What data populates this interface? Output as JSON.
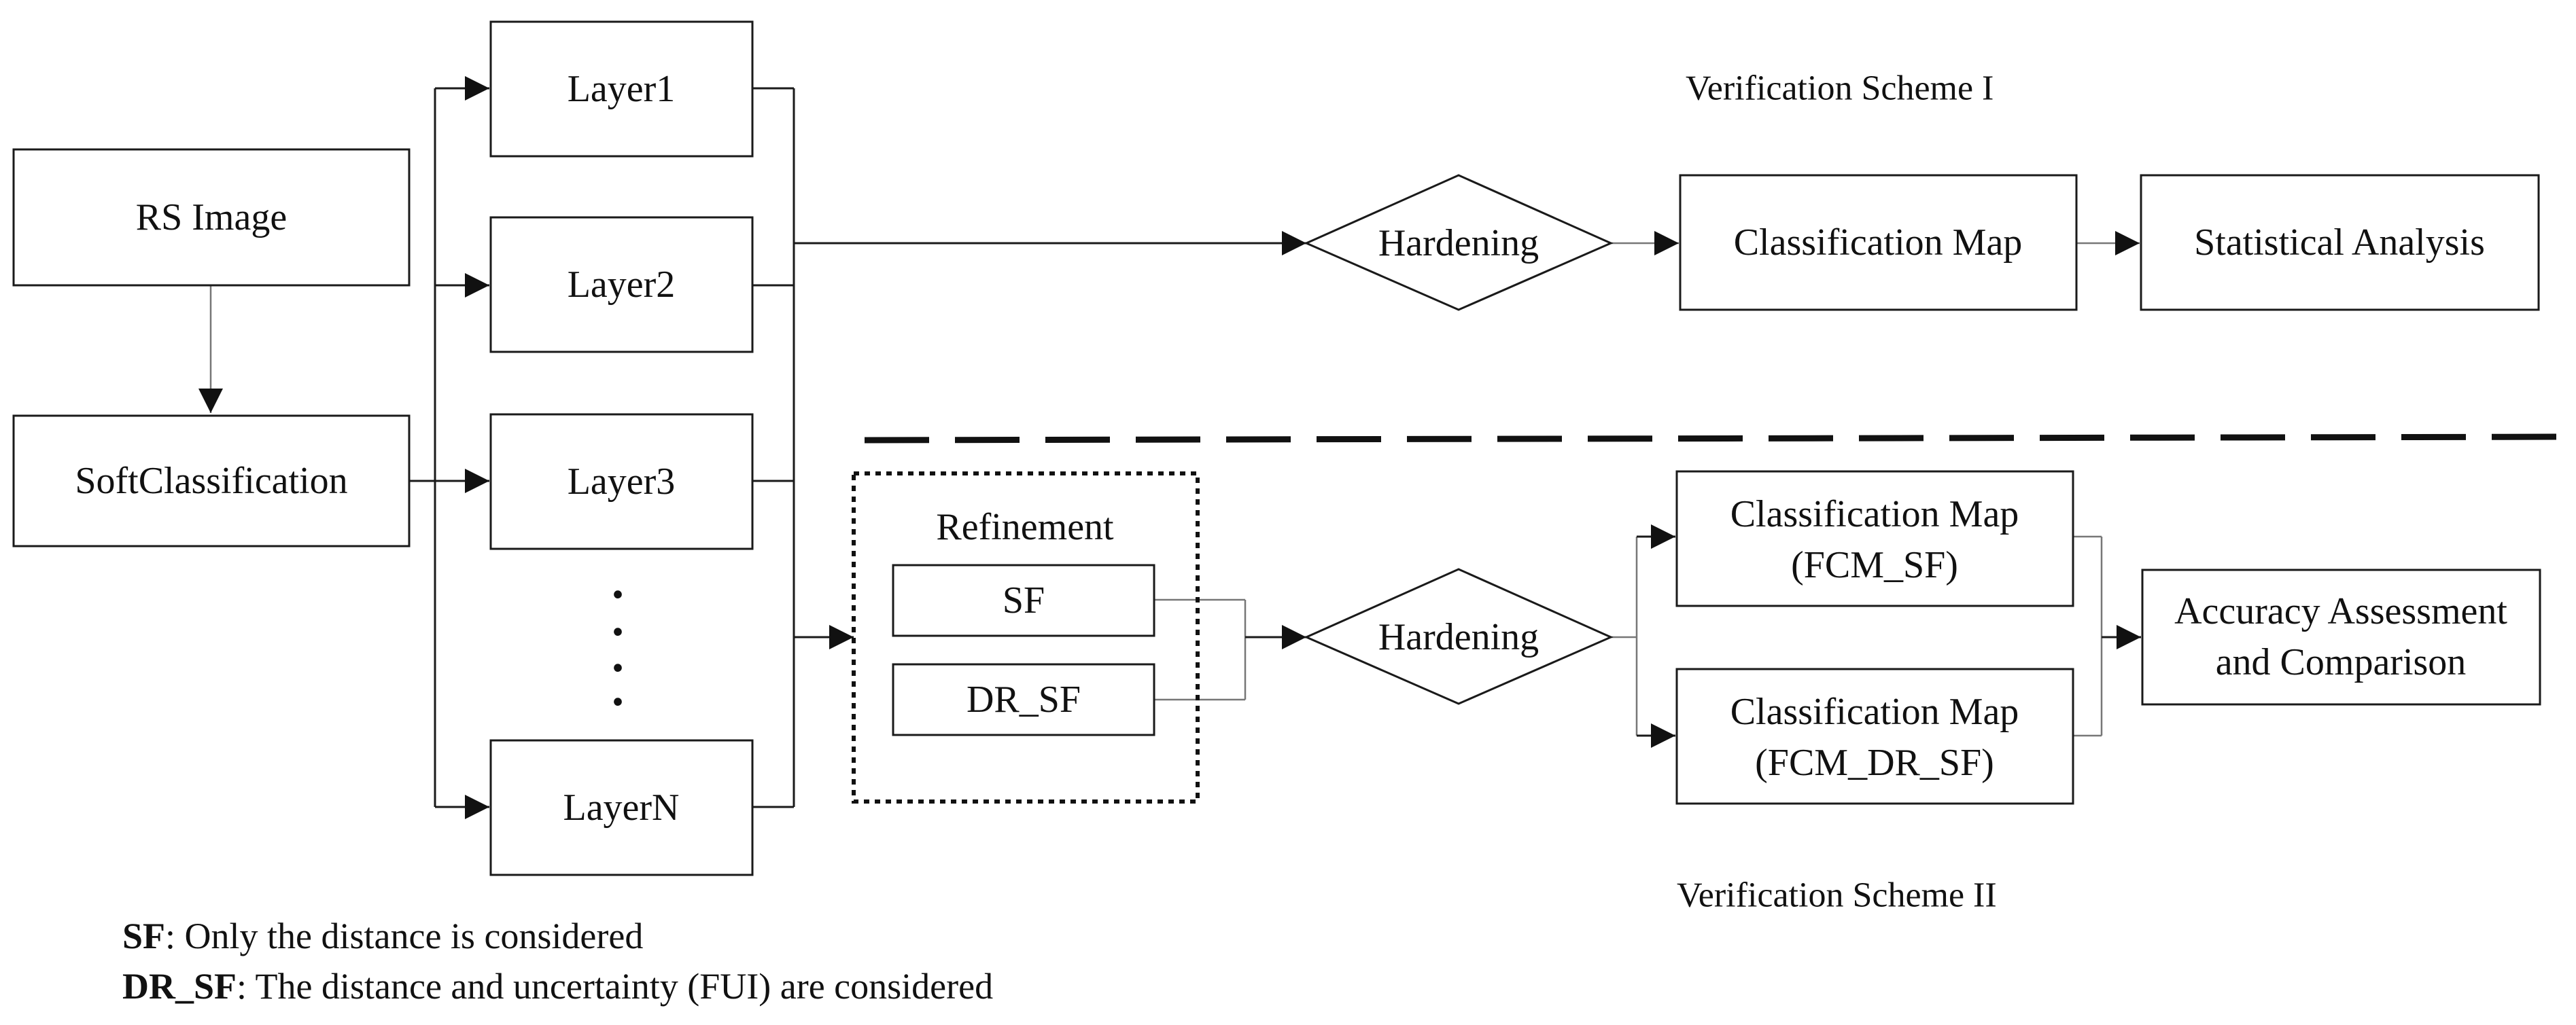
{
  "nodes": {
    "rs_image": "RS Image",
    "soft_classification": "SoftClassification",
    "layer1": "Layer1",
    "layer2": "Layer2",
    "layer3": "Layer3",
    "layerN": "LayerN",
    "ellipsis": "·",
    "hardening_1": "Hardening",
    "classification_map": "Classification Map",
    "statistical_analysis": "Statistical Analysis",
    "refinement": "Refinement",
    "sf": "SF",
    "dr_sf": "DR_SF",
    "hardening_2": "Hardening",
    "classification_map_fcm_sf": [
      "Classification Map",
      "(FCM_SF)"
    ],
    "classification_map_fcm_dr_sf": [
      "Classification Map",
      "(FCM_DR_SF)"
    ],
    "accuracy_assessment": [
      "Accuracy Assessment",
      "and Comparison"
    ]
  },
  "labels": {
    "scheme_1": "Verification Scheme I",
    "scheme_2": "Verification Scheme II"
  },
  "legend": [
    {
      "term": "SF",
      "definition": ": Only the distance is considered"
    },
    {
      "term": "DR_SF",
      "definition": ": The distance and uncertainty (FUI) are considered"
    }
  ]
}
